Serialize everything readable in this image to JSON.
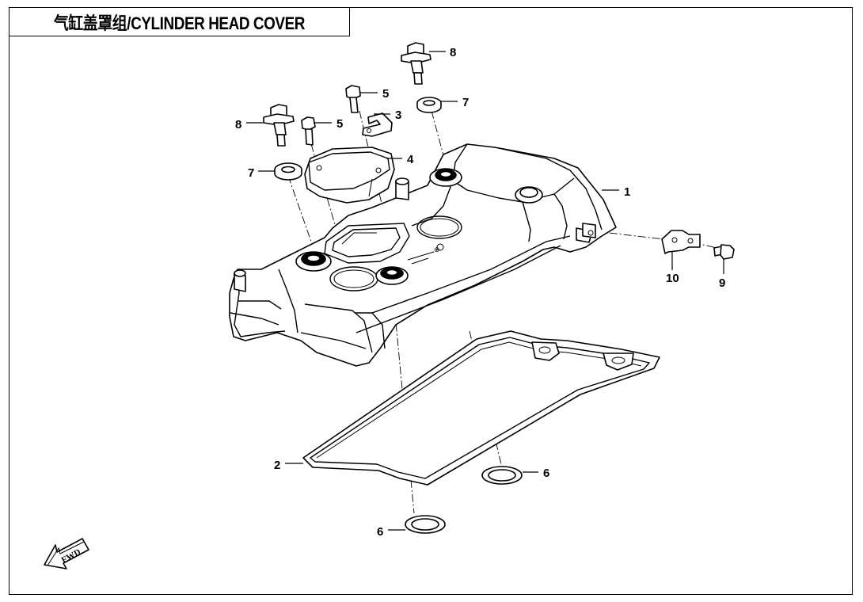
{
  "title": "气缸盖罩组/CYLINDER HEAD COVER",
  "direction_badge": "FWD",
  "callouts": [
    {
      "id": "1",
      "label": "1"
    },
    {
      "id": "2",
      "label": "2"
    },
    {
      "id": "3",
      "label": "3"
    },
    {
      "id": "4",
      "label": "4"
    },
    {
      "id": "5a",
      "label": "5"
    },
    {
      "id": "5b",
      "label": "5"
    },
    {
      "id": "6a",
      "label": "6"
    },
    {
      "id": "6b",
      "label": "6"
    },
    {
      "id": "7a",
      "label": "7"
    },
    {
      "id": "7b",
      "label": "7"
    },
    {
      "id": "8a",
      "label": "8"
    },
    {
      "id": "8b",
      "label": "8"
    },
    {
      "id": "9",
      "label": "9"
    },
    {
      "id": "10",
      "label": "10"
    }
  ]
}
